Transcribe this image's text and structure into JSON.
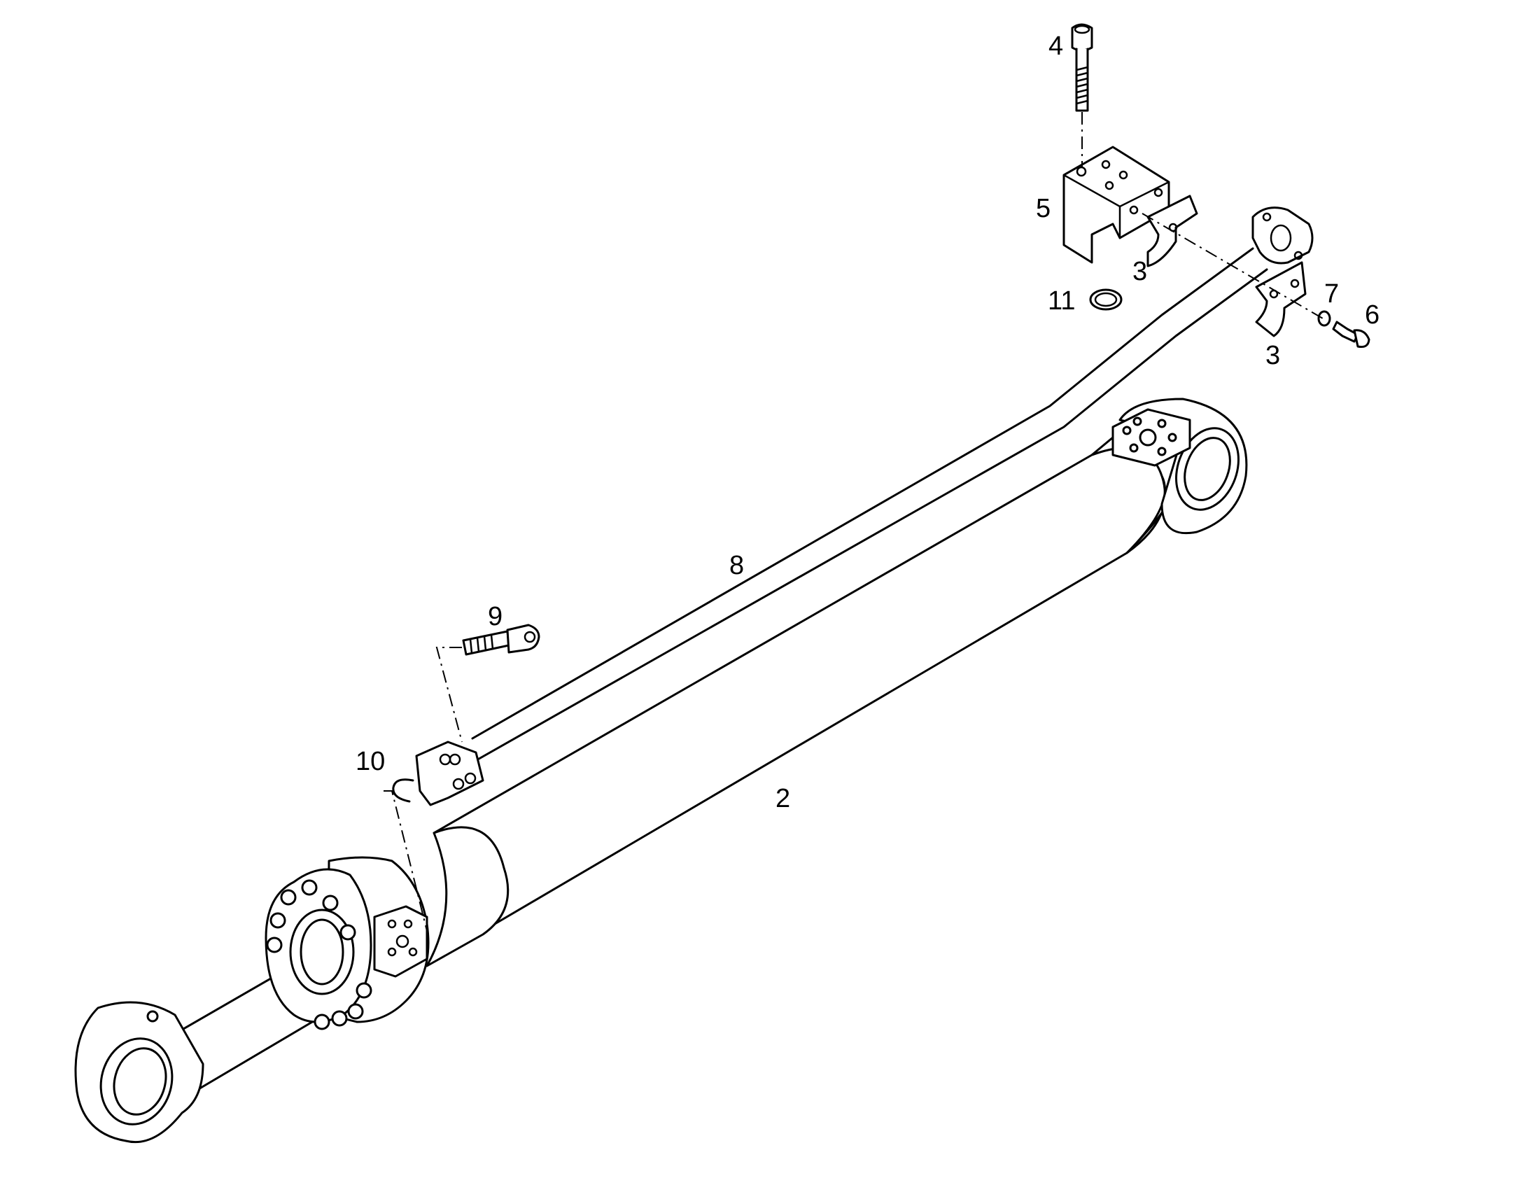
{
  "diagram": {
    "background": "#ffffff",
    "line_color": "#000000",
    "callouts": [
      {
        "id": "c4",
        "text": "4"
      },
      {
        "id": "c5",
        "text": "5"
      },
      {
        "id": "c3a",
        "text": "3"
      },
      {
        "id": "c11",
        "text": "11"
      },
      {
        "id": "c7",
        "text": "7"
      },
      {
        "id": "c6",
        "text": "6"
      },
      {
        "id": "c3b",
        "text": "3"
      },
      {
        "id": "c8",
        "text": "8"
      },
      {
        "id": "c9",
        "text": "9"
      },
      {
        "id": "c10",
        "text": "10"
      },
      {
        "id": "c2",
        "text": "2"
      }
    ]
  }
}
